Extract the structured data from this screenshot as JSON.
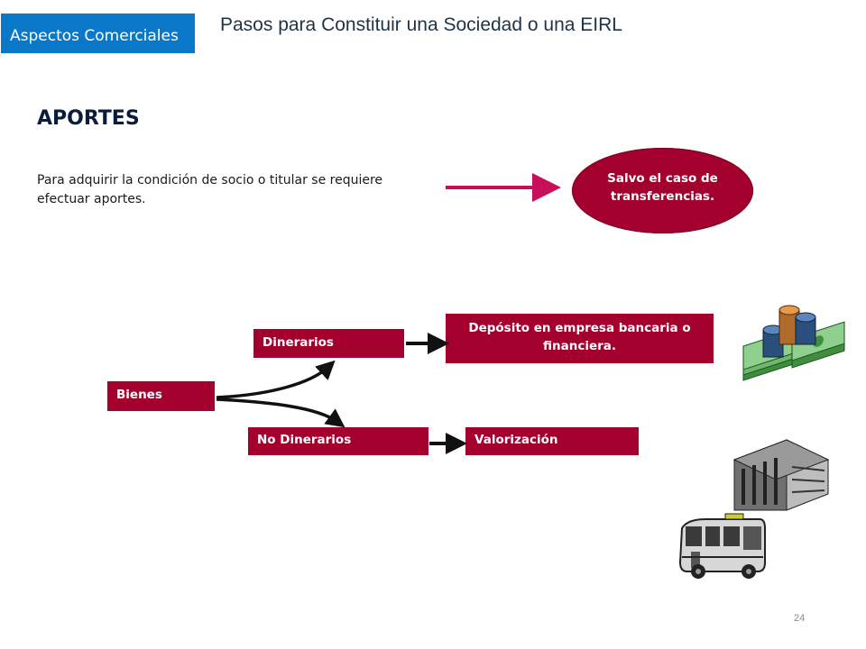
{
  "header": {
    "section_tag": "Aspectos Comerciales",
    "title": "Pasos para Constituir una Sociedad o una EIRL"
  },
  "content": {
    "heading": "APORTES",
    "paragraph": "Para adquirir la condición de socio o titular se requiere efectuar aportes.",
    "exception_oval": "Salvo el caso de transferencias."
  },
  "diagram": {
    "bienes": "Bienes",
    "dinerarios": "Dinerarios",
    "no_dinerarios": "No Dinerarios",
    "deposito": "Depósito en empresa bancaria o financiera.",
    "valorizacion": "Valorización"
  },
  "footer": {
    "page_number": "24"
  },
  "colors": {
    "accent_blue": "#0a78c8",
    "box_red": "#a3002d",
    "arrow_pink": "#c8105a"
  },
  "icons": [
    "money-stack-icon",
    "office-building-icon",
    "bus-icon"
  ]
}
